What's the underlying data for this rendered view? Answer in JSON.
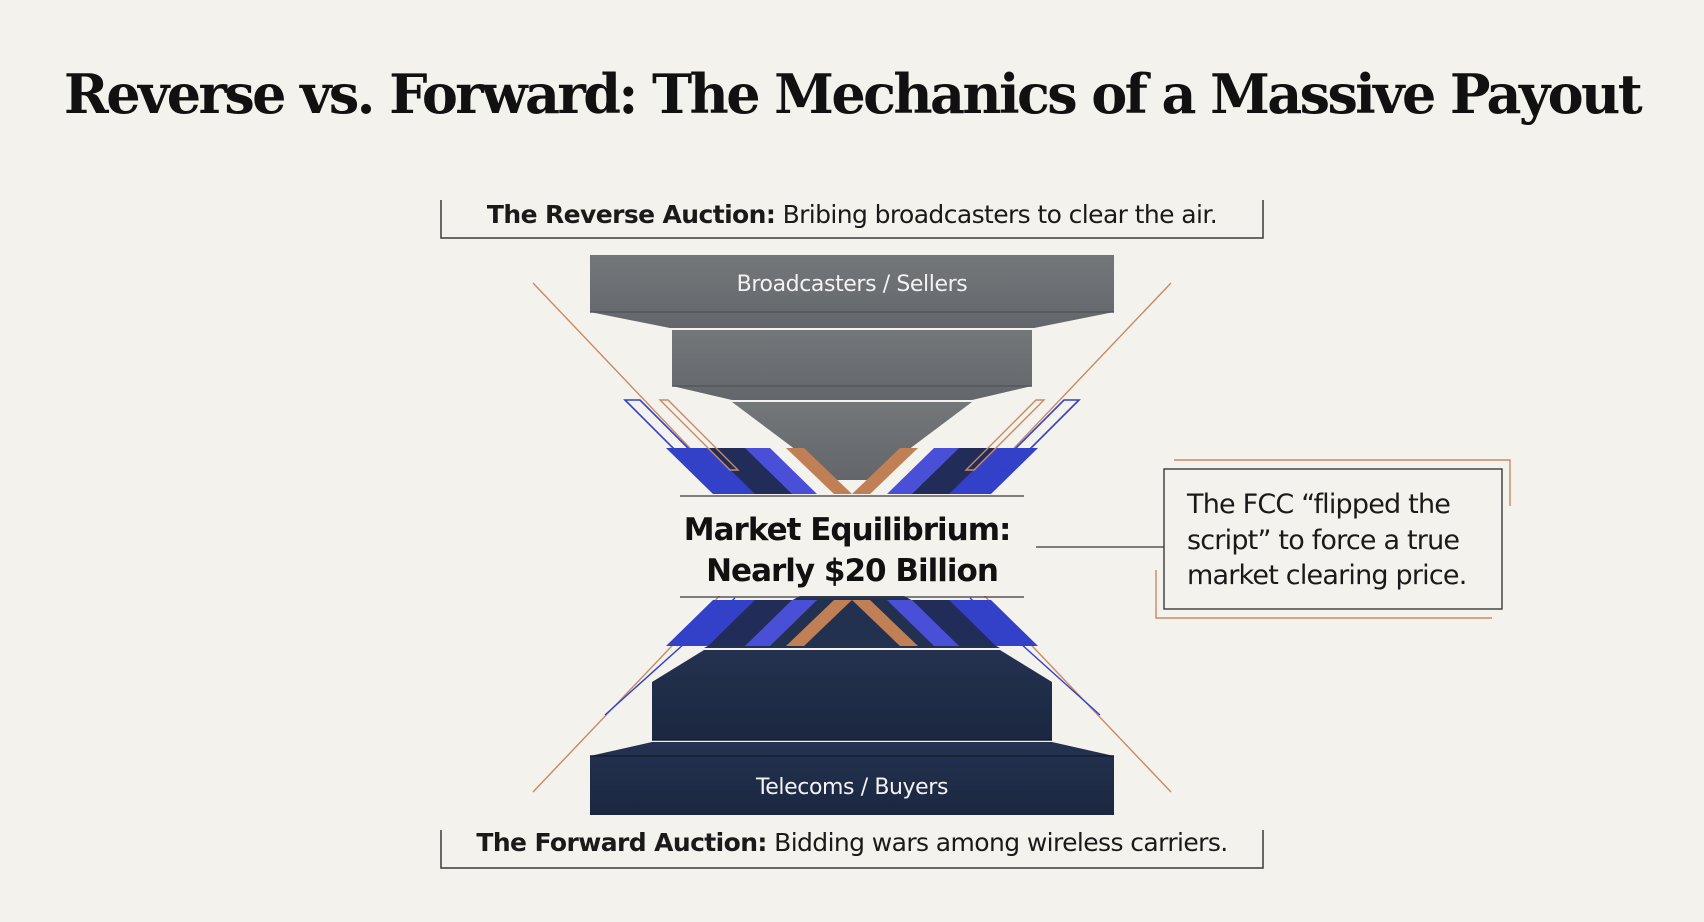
{
  "title": "Reverse vs. Forward: The Mechanics of a Massive Payout",
  "reverse_auction": {
    "label_bold": "The Reverse Auction:",
    "label_text": " Bribing broadcasters to clear the air."
  },
  "sellers_label": "Broadcasters / Sellers",
  "equilibrium": {
    "line1": "Market Equilibrium:",
    "line2": "Nearly $20 Billion"
  },
  "buyers_label": "Telecoms / Buyers",
  "forward_auction": {
    "label_bold": "The Forward Auction:",
    "label_text": " Bidding wars among wireless carriers."
  },
  "callout": {
    "line1": "The FCC “flipped the",
    "line2": "script” to force a true",
    "line3": "market clearing price."
  },
  "colors": {
    "background": "#f4f2ec",
    "seller_gray": "#6e7174",
    "buyer_navy": "#1f2d47",
    "accent_blue": "#3340c8",
    "accent_copper": "#c07f55"
  }
}
